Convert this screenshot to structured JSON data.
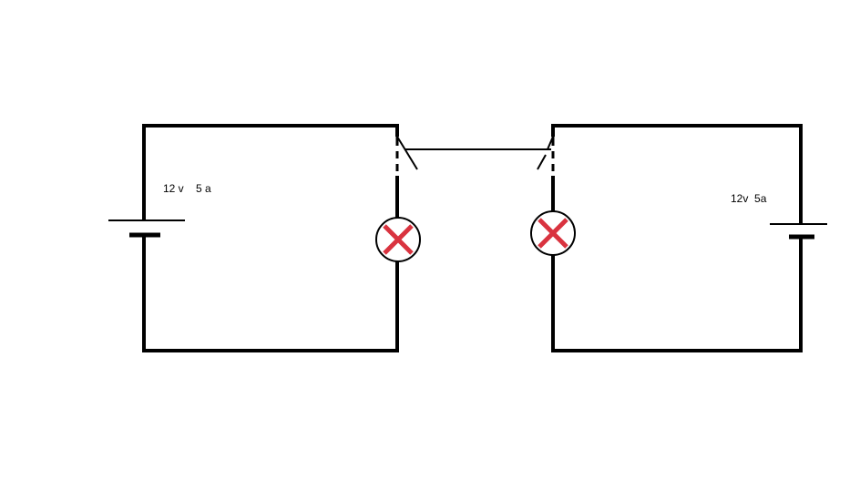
{
  "colors": {
    "wire": "#000000",
    "lamp_cross": "#d9333f",
    "background": "#ffffff"
  },
  "left_circuit": {
    "battery_label": "12 v    5 a",
    "components": [
      "battery",
      "switch",
      "lamp"
    ]
  },
  "right_circuit": {
    "battery_label": "12v  5a",
    "components": [
      "battery",
      "switch",
      "lamp"
    ]
  },
  "link": {
    "description_components": [
      "switch-link-wire"
    ]
  }
}
